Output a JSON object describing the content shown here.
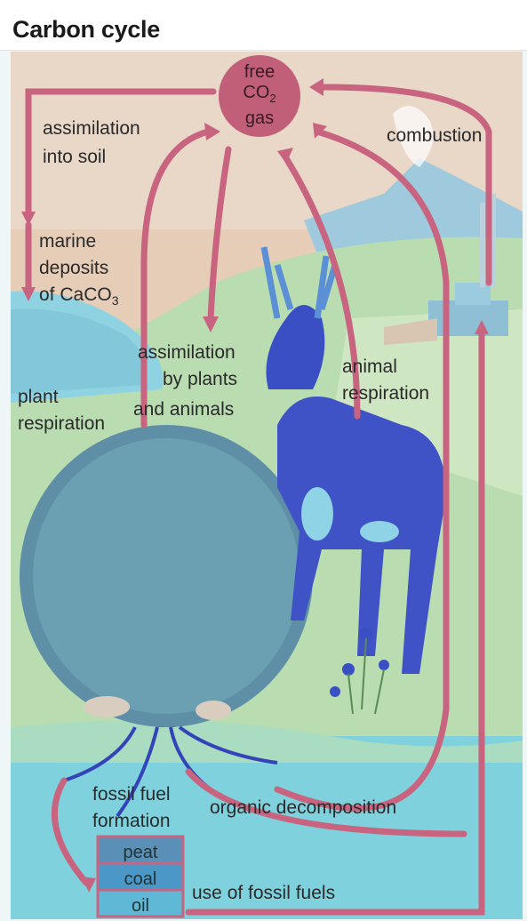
{
  "title": "Carbon cycle",
  "colors": {
    "arrow": "#c8647f",
    "sky": "#e9d3c2",
    "sea": "#9ad6e3",
    "grass": "#a7d5a8",
    "water": "#86d3dd",
    "deer": "#3b4fc4",
    "co2_circle": "#c15f79"
  },
  "labels": {
    "co2_free": "free",
    "co2_gas": "gas",
    "assimilation_soil_1": "assimilation",
    "assimilation_soil_2": "into soil",
    "combustion": "combustion",
    "marine_1": "marine",
    "marine_2": "deposits",
    "marine_3": "of CaCO",
    "assim_plants_1": "assimilation",
    "assim_plants_2": "by plants",
    "assim_plants_3": "and animals",
    "animal_resp_1": "animal",
    "animal_resp_2": "respiration",
    "plant_resp_1": "plant",
    "plant_resp_2": "respiration",
    "fossil_form_1": "fossil fuel",
    "fossil_form_2": "formation",
    "organic_decomp": "organic decomposition",
    "use_fossil": "use of fossil fuels",
    "peat": "peat",
    "coal": "coal",
    "oil": "oil"
  }
}
